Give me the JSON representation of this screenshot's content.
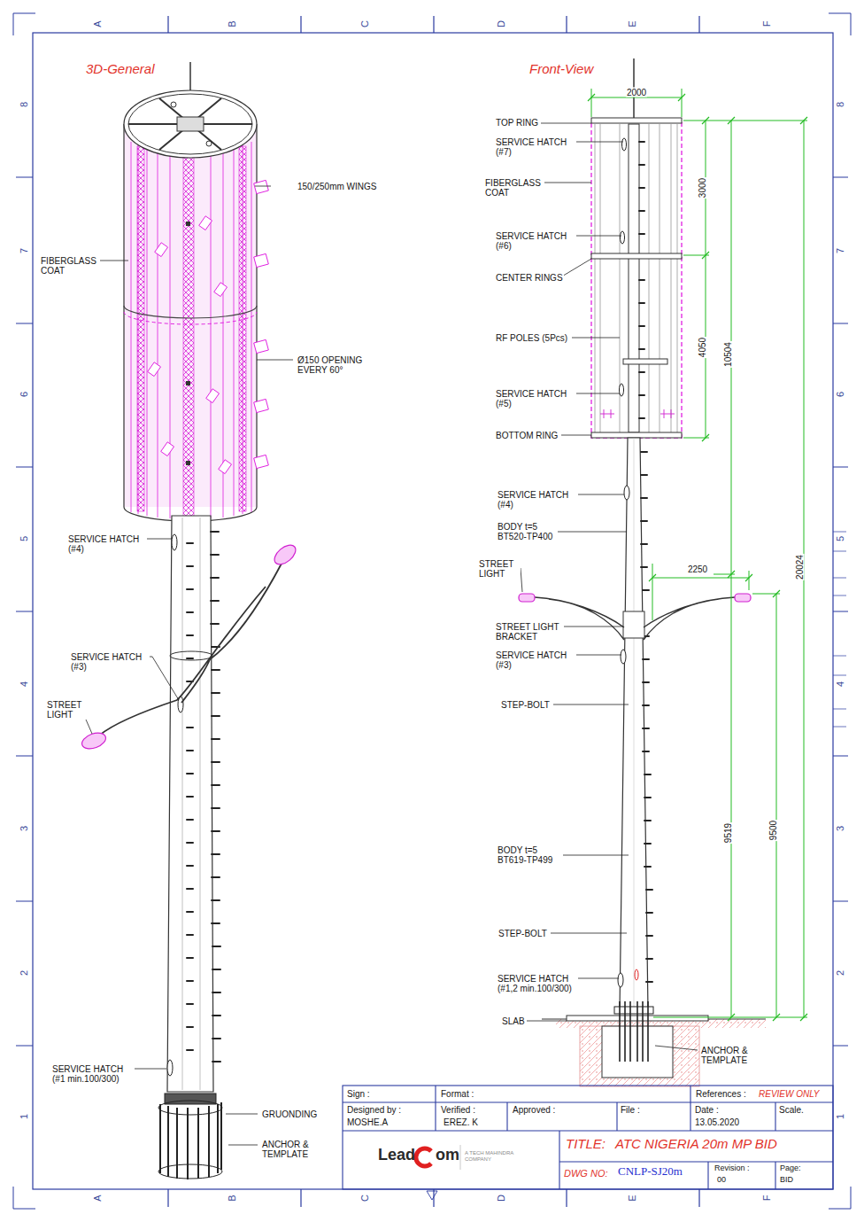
{
  "diagram": {
    "title": "ATC NIGERIA 20m MP BID",
    "labels": [
      "A",
      "B",
      "C",
      "D",
      "E",
      "F",
      "8",
      "7",
      "6",
      "5",
      "4",
      "3",
      "2",
      "1",
      "8",
      "7",
      "6",
      "5",
      "4",
      "3",
      "2",
      "1",
      "A",
      "B",
      "C",
      "D",
      "E",
      "F",
      "3D-General",
      "150/250mm WINGS",
      "FIBERGLASS COAT",
      "Ø150 OPENING EVERY 60°",
      "SERVICE HATCH (#4)",
      "SERVICE HATCH (#3)",
      "STREET LIGHT",
      "SERVICE HATCH (#1 min.100/300)",
      "GRUONDING",
      "ANCHOR & TEMPLATE",
      "Front-View",
      "2000",
      "TOP RING",
      "SERVICE HATCH (#7)",
      "FIBERGLASS COAT",
      "3000",
      "SERVICE HATCH (#6)",
      "CENTER RINGS",
      "RF POLES (5Pcs)",
      "4050",
      "10504",
      "SERVICE HATCH (#5)",
      "BOTTOM RING",
      "SERVICE HATCH (#4)",
      "BODY t=5 BT520-TP400",
      "STREET LIGHT",
      "2250",
      "20024",
      "STREET LIGHT BRACKET",
      "SERVICE HATCH (#3)",
      "STEP-BOLT",
      "9519",
      "9500",
      "BODY t=5 BT619-TP499",
      "STEP-BOLT",
      "SERVICE HATCH (#1,2 min.100/300)",
      "SLAB",
      "ANCHOR & TEMPLATE",
      "Sign :",
      "Format :",
      "References :",
      "REVIEW ONLY",
      "Designed by :",
      "MOSHE.A",
      "Verified :",
      "EREZ. K",
      "Approved :",
      "File :",
      "Date :",
      "13.05.2020",
      "Scale.",
      "Lead",
      "om",
      "A TECH MAHINDRA COMPANY",
      "TITLE:",
      "DWG NO:",
      "CNLP-SJ20m",
      "Revision :",
      "00",
      "Page:",
      "BID"
    ]
  }
}
